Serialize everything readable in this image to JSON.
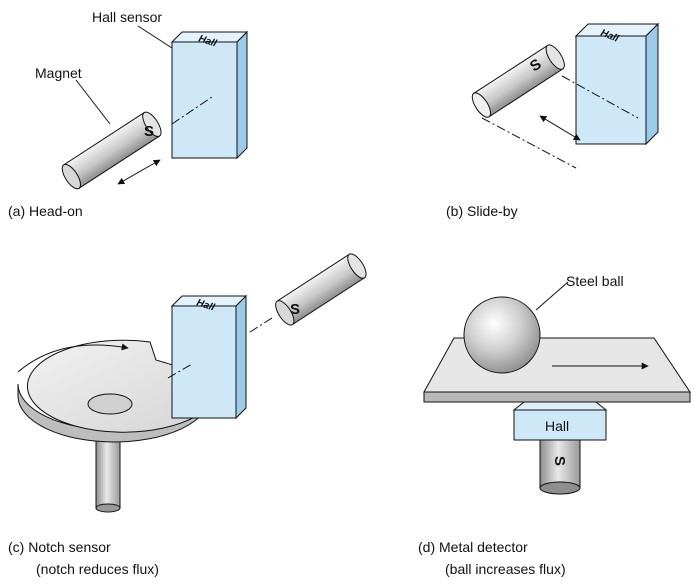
{
  "labels": {
    "hall_sensor": "Hall sensor",
    "magnet": "Magnet",
    "steel_ball": "Steel ball"
  },
  "pole_mark": "S",
  "chip_label": "Hall",
  "captions": {
    "a": "(a)  Head-on",
    "b": "(b)  Slide-by",
    "c1": "(c)  Notch sensor",
    "c2": "(notch reduces flux)",
    "d1": "(d)  Metal detector",
    "d2": "(ball increases flux)"
  },
  "colors": {
    "sensor_face": "#cfe8f7",
    "sensor_side": "#9ccbe9",
    "metal_light": "#eeeeee",
    "metal_dark": "#9a9a9a",
    "plate": "#e6e6e6",
    "ink": "#111111"
  }
}
